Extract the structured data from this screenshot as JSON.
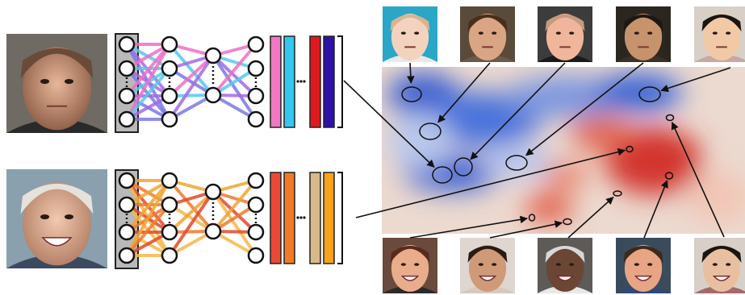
{
  "colors": {
    "density_cool": "#3a64d2",
    "density_warm": "#d8302a",
    "density_base": "#ecd9cf",
    "network_top_edges": [
      "#f06fc6",
      "#56c8ef",
      "#a46be4",
      "#7b78e8"
    ],
    "network_bottom_edges": [
      "#f1a434",
      "#f27a2c",
      "#e24a2c",
      "#f5b84a"
    ],
    "top_bars": [
      "#f277c2",
      "#33c9ee",
      "#e0191e",
      "#2c12a8"
    ],
    "bottom_bars": [
      "#ea4a34",
      "#f17a26",
      "#d9b98a",
      "#f9a21c"
    ],
    "face_frame": "#222222"
  },
  "icons": {
    "face_thumbnail": "face-photo-icon",
    "network_node": "circle-node-icon",
    "ellipsis": "ellipsis-icon"
  },
  "diagram": {
    "input_faces": [
      {
        "id": "top",
        "expression": "neutral"
      },
      {
        "id": "bottom",
        "expression": "smiling"
      }
    ],
    "top_thumbnails": [
      {
        "id": "t1",
        "expression": "neutral"
      },
      {
        "id": "t2",
        "expression": "neutral"
      },
      {
        "id": "t3",
        "expression": "neutral"
      },
      {
        "id": "t4",
        "expression": "neutral"
      },
      {
        "id": "t5",
        "expression": "neutral"
      }
    ],
    "bottom_thumbnails": [
      {
        "id": "b1",
        "expression": "smiling"
      },
      {
        "id": "b2",
        "expression": "smiling"
      },
      {
        "id": "b3",
        "expression": "smiling"
      },
      {
        "id": "b4",
        "expression": "smiling"
      },
      {
        "id": "b5",
        "expression": "smiling"
      }
    ],
    "ellipsis_text": "..."
  }
}
